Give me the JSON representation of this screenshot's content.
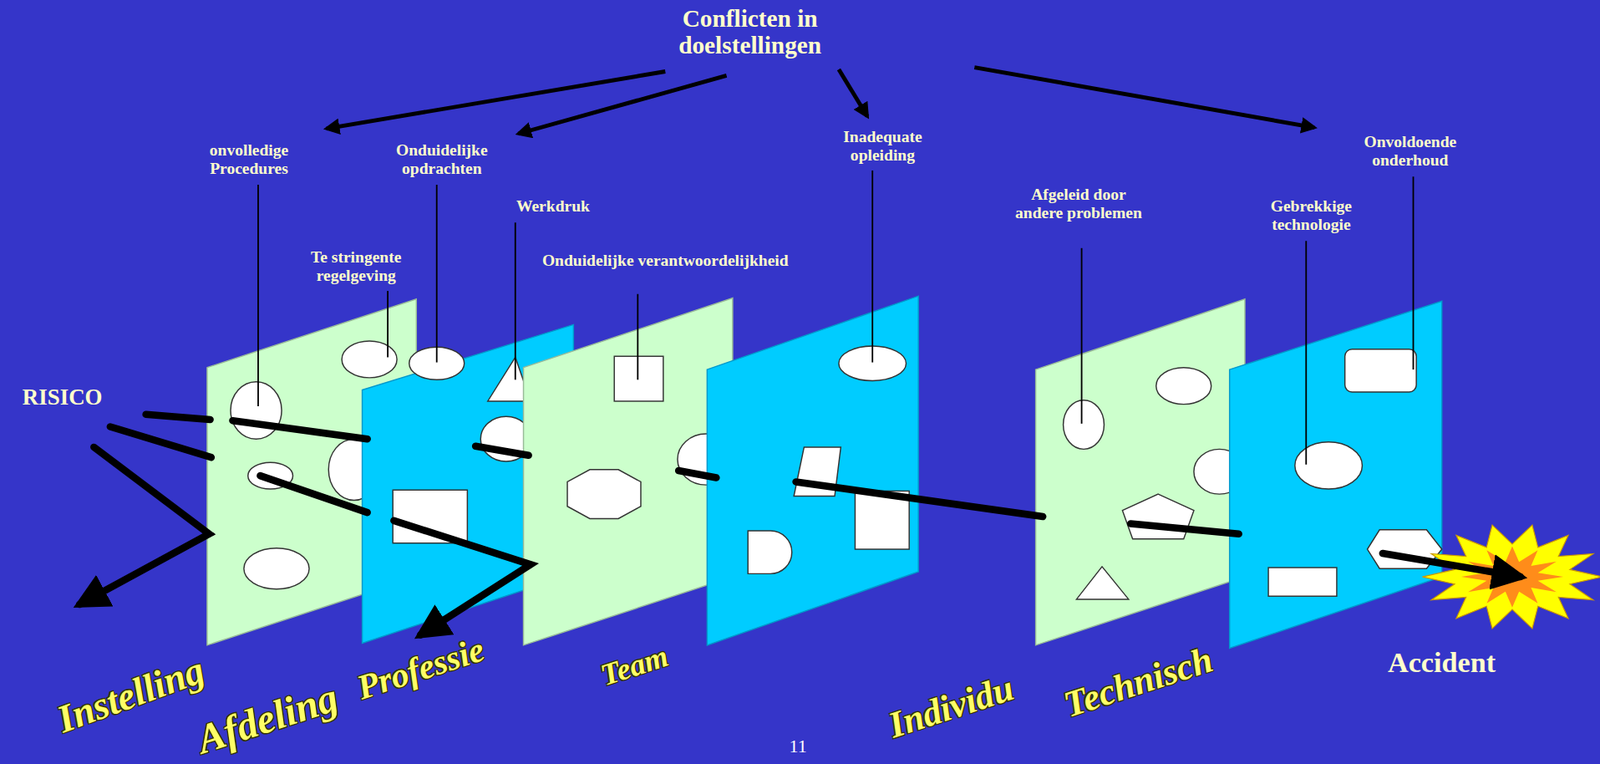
{
  "diagram": {
    "labels": [
      "Conflicten in doelstellingen",
      "onvolledige Procedures",
      "Onduidelijke opdrachten",
      "Inadequate opleiding",
      "Onvoldoende onderhoud",
      "Werkdruk",
      "Afgeleid door andere problemen",
      "Gebrekkige technologie",
      "Te stringente regelgeving",
      "Onduidelijke verantwoordelijkheid",
      "RISICO",
      "Accident",
      "Instelling",
      "Afdeling",
      "Professie",
      "Team",
      "Individu",
      "Technisch",
      "11"
    ]
  }
}
